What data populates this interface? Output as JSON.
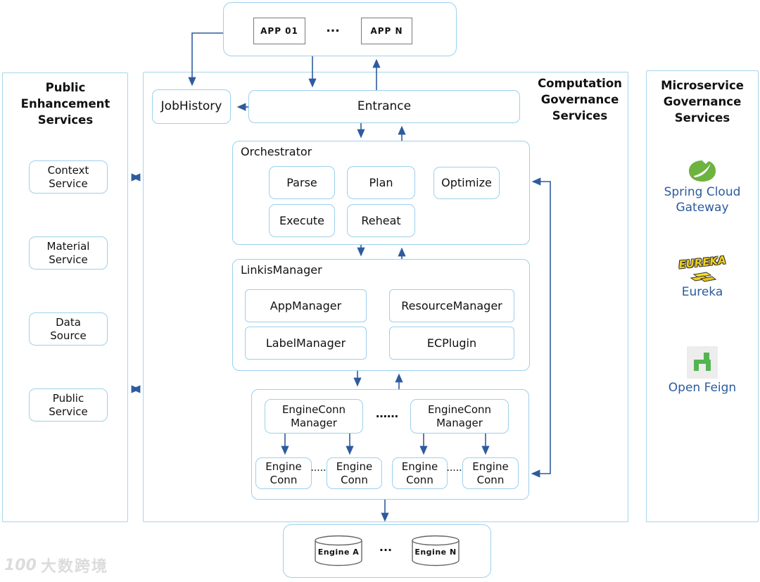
{
  "app_layer": {
    "apps": [
      "APP 01",
      "APP N"
    ],
    "dots": "..."
  },
  "left_panel": {
    "title": "Public\nEnhancement\nServices",
    "services": [
      "Context\nService",
      "Material\nService",
      "Data\nSource",
      "Public\nService"
    ]
  },
  "middle_panel": {
    "title": "Computation\nGovernance\nServices",
    "job_history": "JobHistory",
    "entrance": "Entrance",
    "orchestrator": {
      "title": "Orchestrator",
      "modules": [
        "Parse",
        "Plan",
        "Optimize",
        "Execute",
        "Reheat"
      ]
    },
    "linkis_manager": {
      "title": "LinkisManager",
      "modules": [
        "AppManager",
        "ResourceManager",
        "LabelManager",
        "ECPlugin"
      ]
    },
    "engine_conn_layer": {
      "manager_label": "EngineConn\nManager",
      "dots_wide": "……",
      "conn_label": "Engine\nConn",
      "dots_small": "....."
    },
    "engines": {
      "items": [
        "Engine A",
        "Engine N"
      ],
      "dots": "..."
    }
  },
  "right_panel": {
    "title": "Microservice\nGovernance\nServices",
    "items": [
      {
        "icon": "spring-logo",
        "label": "Spring Cloud\nGateway"
      },
      {
        "icon": "eureka-logo",
        "logo_word": "EUREKA",
        "label": "Eureka"
      },
      {
        "icon": "openfeign-logo",
        "label": "Open Feign"
      }
    ]
  },
  "watermark": {
    "logo": "100",
    "text": "大数跨境"
  },
  "colors": {
    "panel_border": "#a5d5ee",
    "box_border": "#9cd0ec",
    "gray_border": "#7a7a7a",
    "arrow": "#2e5b9e",
    "logo_text": "#2a5b9e",
    "spring_green": "#6db33f",
    "eureka_yellow": "#f2d117",
    "feign_green": "#53b552"
  }
}
